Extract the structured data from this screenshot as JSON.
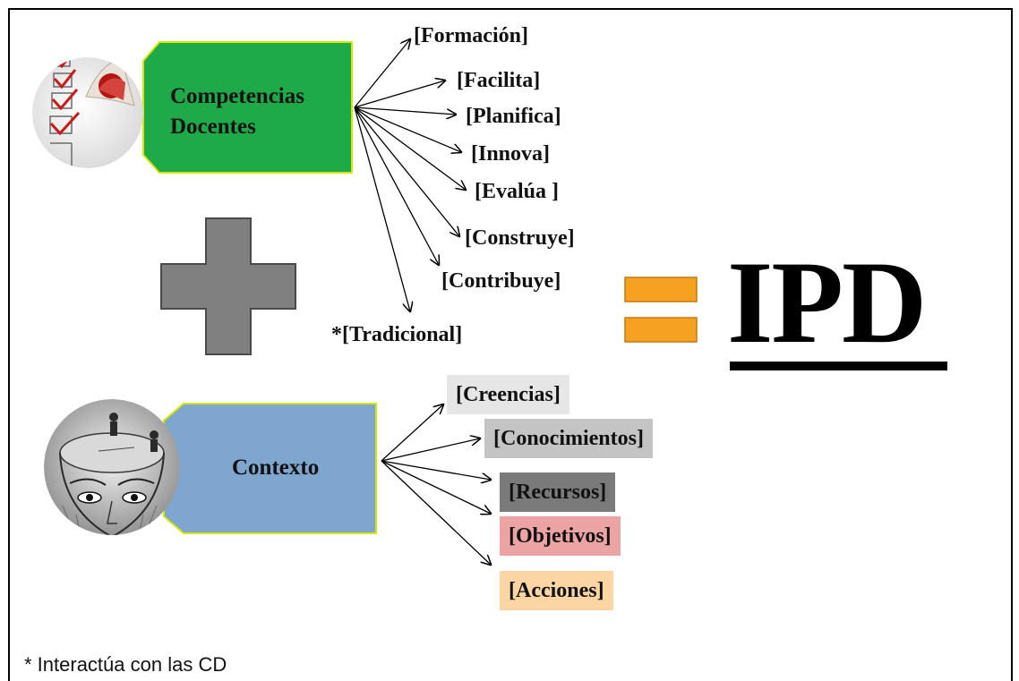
{
  "competencias": {
    "label_line1": "Competencias",
    "label_line2": "Docentes",
    "fill": "#1faa4a",
    "border": "#d7e600",
    "items": [
      "[Formación]",
      "[Facilita]",
      "[Planifica]",
      "[Innova]",
      "[Evalúa ]",
      "[Construye]",
      "[Contribuye]",
      "*[Tradicional]"
    ],
    "icon": "checklist-icon"
  },
  "operators": {
    "plus_color": "#808080",
    "equals_color": "#f7a123"
  },
  "result": {
    "label": "IPD"
  },
  "contexto": {
    "label": "Contexto",
    "fill": "#7ea6cf",
    "border": "#d7e600",
    "icon": "open-head-engraving-icon",
    "items": [
      {
        "label": "[Creencias]",
        "bg": "#e6e6e6"
      },
      {
        "label": "[Conocimientos]",
        "bg": "#c4c4c4"
      },
      {
        "label": "[Recursos]",
        "bg": "#7a7a7a"
      },
      {
        "label": "[Objetivos]",
        "bg": "#eba3a3"
      },
      {
        "label": "[Acciones]",
        "bg": "#fbd6a3"
      }
    ]
  },
  "footnote": "* Interactúa con las CD"
}
